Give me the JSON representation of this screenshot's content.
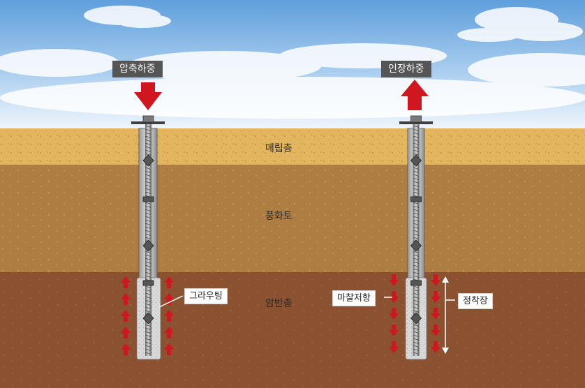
{
  "loads": {
    "compression": "압축하중",
    "tension": "인장하중"
  },
  "layers": {
    "fill": "매립층",
    "weathered": "풍화토",
    "rock": "암반층"
  },
  "annotations": {
    "grouting": "그라우팅",
    "friction": "마찰저항",
    "anchor_length": "정착장"
  },
  "colors": {
    "arrow_red": "#d0161e",
    "fill_layer": "#e2b55e",
    "weathered_layer": "#ad7d42",
    "rock_layer": "#8a5230",
    "label_dark": "#555555"
  }
}
